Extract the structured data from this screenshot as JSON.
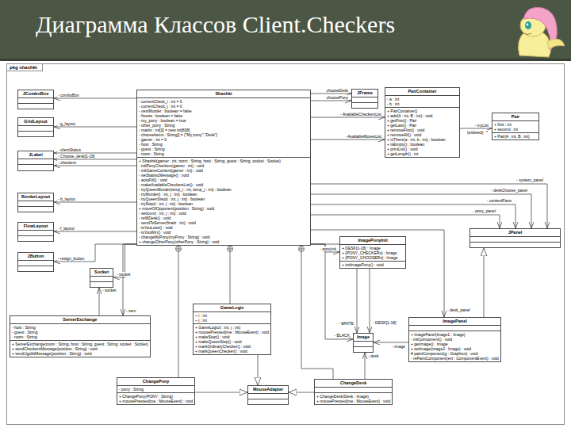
{
  "diagram": {
    "title": "Диаграмма Классов Client.Checkers",
    "nodes": [
      {
        "text": [
          "pkg shashki"
        ]
      },
      {
        "text": [
          "JComboBox"
        ],
        "in": 0
      },
      {
        "text": [
          "GridLayout"
        ],
        "in": 0
      },
      {
        "text": [
          "JLabel"
        ],
        "in": 0
      },
      {
        "text": [
          "BorderLayout"
        ],
        "in": 0
      },
      {
        "text": [
          "FlowLayout"
        ],
        "in": 0
      },
      {
        "text": [
          "JButton"
        ],
        "in": 0
      },
      {
        "text": [
          "Shashki",
          "- currentCheck_i : int = 0",
          "- currentCheck_j : int = 0",
          "- nextMurder : boolean = false",
          "- freeze : boolean = false",
          "- my_pony : boolean = true",
          "- other_pony : String",
          "- matrix : int[][] = new int[8][8]",
          "- chooseItems : String[] = {\"My pony\",\"Desk\"}",
          "- gamer : int = 0",
          "- host : String",
          "- guest : String",
          "- room : String",
          "+ Shashki(gamer : int, room : String, host : String, guest : String, socket : Socket)",
          "- initPonyCheckers(gamer : int) : void",
          "- initGameContent(gamer : int) : void",
          "- setStatistcMessage() : void",
          "- autoFill() : void",
          "- makeAvailableCheckersList() : void",
          "- tryQueenMurder(temp_i : int, temp_j : int) : boolean",
          "- tryMurder(i : int, j : int) : boolean",
          "- tryQueenStep(i : int, j : int) : boolean",
          "- tryStep(i : int, j : int) : boolean",
          "+ moveOfOpponent(position : String) : void",
          "- setIcon(i : int, j : int) : void",
          "- refillDesk() : void",
          "- sendToServer(finalz : int) : void",
          "- isYouLose() : void",
          "- isYouWin() : void",
          "- changeMyPony(myPony : String) : void",
          "+ changeOtherPony(otherPony : String) : void"
        ],
        "in": 0
      },
      {
        "text": [
          "JFrame"
        ],
        "in": 0
      },
      {
        "text": [
          "PairContainer",
          "- a : int",
          "- b : int",
          "+ PairContainer()",
          "+ add(A : int, B : int) : void",
          "+ getFirst() : Pair",
          "+ getLast() : Pair",
          "+ removeFirst() : void",
          "+ removeAll() : void",
          "+ isThere(a : int, b : int) : boolean",
          "+ isEmpty() : boolean",
          "+ printList() : void",
          "+ getLength() : int"
        ],
        "in": 0
      },
      {
        "text": [
          "Pair",
          "+ first : int",
          "+ second : int",
          "+ Pair(A : int, B : int)"
        ],
        "in": 0
      },
      {
        "text": [
          "JPanel"
        ],
        "in": 0
      },
      {
        "text": [
          "Socket"
        ],
        "in": 0
      },
      {
        "text": [
          "ImagePonyInit",
          "+ DESK[1-18] : Image",
          "+ {PONY_CHECKERs} : Image",
          "+ {PONY_CHOOSERs} : Image",
          "+ initImagePony() : void"
        ],
        "in": 0
      },
      {
        "text": [
          "ServerExchange",
          "- host : String",
          "- guest : String",
          "- room : String",
          "+ ServerExchange(room : String, host : String, guest : String, socket : Socket)",
          "+ sendCheckersMessage(position : String) : void",
          "+ sendUgolkiMessage(position : String) : void"
        ],
        "in": 0
      },
      {
        "text": [
          "GameLogic",
          "~ i : int",
          "~ j : int",
          "+ GameLogic(i : int, j : int)",
          "+ mousePressed(me : MouseEvent) : void",
          "+ makeStep() : void",
          "+ makeQueenStep() : void",
          "+ markOrdinaryChecker() : void",
          "+ markQueenChecker() : void"
        ],
        "in": 0
      },
      {
        "text": [
          "Image"
        ],
        "in": 0
      },
      {
        "text": [
          "ImagePanel",
          "+ ImagePanel(image1 : Image)",
          "- initComponent() : void",
          "+ getImage() : Image",
          "+ setImage(image2 : Image) : void",
          "# paintComponent(g : Graphics) : void",
          "- rePaintComponent(evt : ComponentEvent) : void"
        ],
        "in": 0
      },
      {
        "text": [
          "ChangePony",
          "- pony : String",
          "+ ChangePony(PONY : String)",
          "+ mousePressed(me : MouseEvent) : void"
        ],
        "in": 0
      },
      {
        "text": [
          "MouseAdapter"
        ],
        "in": 0
      },
      {
        "text": [
          "ChangeDesk",
          "+ ChangeDesk(Desk : Image)",
          "+ mousePressed(me : MouseEvent) : void"
        ],
        "in": 0
      }
    ],
    "edges": [
      {
        "from": 7,
        "to": 1,
        "arrow": "to",
        "label": "- comboBox"
      },
      {
        "from": 7,
        "to": 2,
        "arrow": "to",
        "label": "- g_layout"
      },
      {
        "from": 7,
        "to": 3,
        "arrow": "to",
        "label": "- clientStatus"
      },
      {
        "from": 7,
        "to": 3,
        "arrow": "to",
        "label": "- Choose_desk[1-18]"
      },
      {
        "from": 7,
        "to": 3,
        "arrow": "to",
        "label": "- checkers"
      },
      {
        "from": 7,
        "to": 4,
        "arrow": "to",
        "label": "- b_layout"
      },
      {
        "from": 7,
        "to": 5,
        "arrow": "to",
        "label": "- f_layout"
      },
      {
        "from": 7,
        "to": 6,
        "arrow": "to",
        "label": "- resign_button"
      },
      {
        "from": 7,
        "to": 12,
        "arrow": "to",
        "label": "- socket"
      },
      {
        "from": 14,
        "to": 12,
        "arrow": "to",
        "label": "- socket"
      },
      {
        "from": 7,
        "to": 14,
        "arrow": "to",
        "label": "- serv"
      },
      {
        "from": 7,
        "to": 8,
        "arrow": "to",
        "label": "chooseDesk"
      },
      {
        "from": 7,
        "to": 8,
        "arrow": "to",
        "label": "choosePony"
      },
      {
        "from": 7,
        "to": 9,
        "arrow": "to",
        "label": "- AvailableCheckersList"
      },
      {
        "from": 7,
        "to": 9,
        "arrow": "to",
        "label": "- AvailableMovesList"
      },
      {
        "from": 9,
        "to": 10,
        "arrow": "to",
        "label": "- myList"
      },
      {
        "from": 7,
        "to": 11,
        "arrow": "to",
        "label": "- system_panel"
      },
      {
        "from": 7,
        "to": 11,
        "arrow": "to",
        "label": "- deskChoose_panel"
      },
      {
        "from": 7,
        "to": 11,
        "arrow": "to",
        "label": "- contentPane"
      },
      {
        "from": 7,
        "to": 11,
        "arrow": "to",
        "label": "- pony_panel"
      },
      {
        "from": 7,
        "to": 13,
        "arrow": "to",
        "label": "- ponyInit"
      },
      {
        "from": 7,
        "to": 17,
        "arrow": "to",
        "label": "- desk_panel"
      },
      {
        "from": 7,
        "to": 16,
        "arrow": "to",
        "label": "- WHITE"
      },
      {
        "from": 7,
        "to": 16,
        "arrow": "to",
        "label": "- BLACK"
      },
      {
        "from": 13,
        "to": 16,
        "arrow": "to",
        "label": "- DESK[1-18]"
      },
      {
        "from": 17,
        "to": 16,
        "arrow": "to",
        "label": "- image"
      },
      {
        "from": 20,
        "to": 16,
        "arrow": "to",
        "label": "- desk"
      },
      {
        "from": 17,
        "to": 11,
        "arrow": "to"
      },
      {
        "from": 15,
        "to": 19,
        "arrow": "to"
      },
      {
        "from": 18,
        "to": 19,
        "arrow": "to"
      },
      {
        "from": 20,
        "to": 19,
        "arrow": "to"
      },
      {
        "from": 7,
        "to": 15,
        "arrow": "none"
      },
      {
        "from": 7,
        "to": 18,
        "arrow": "none"
      },
      {
        "from": 7,
        "to": 20,
        "arrow": "none"
      }
    ],
    "labels": [
      "*",
      "{ordered}"
    ]
  }
}
